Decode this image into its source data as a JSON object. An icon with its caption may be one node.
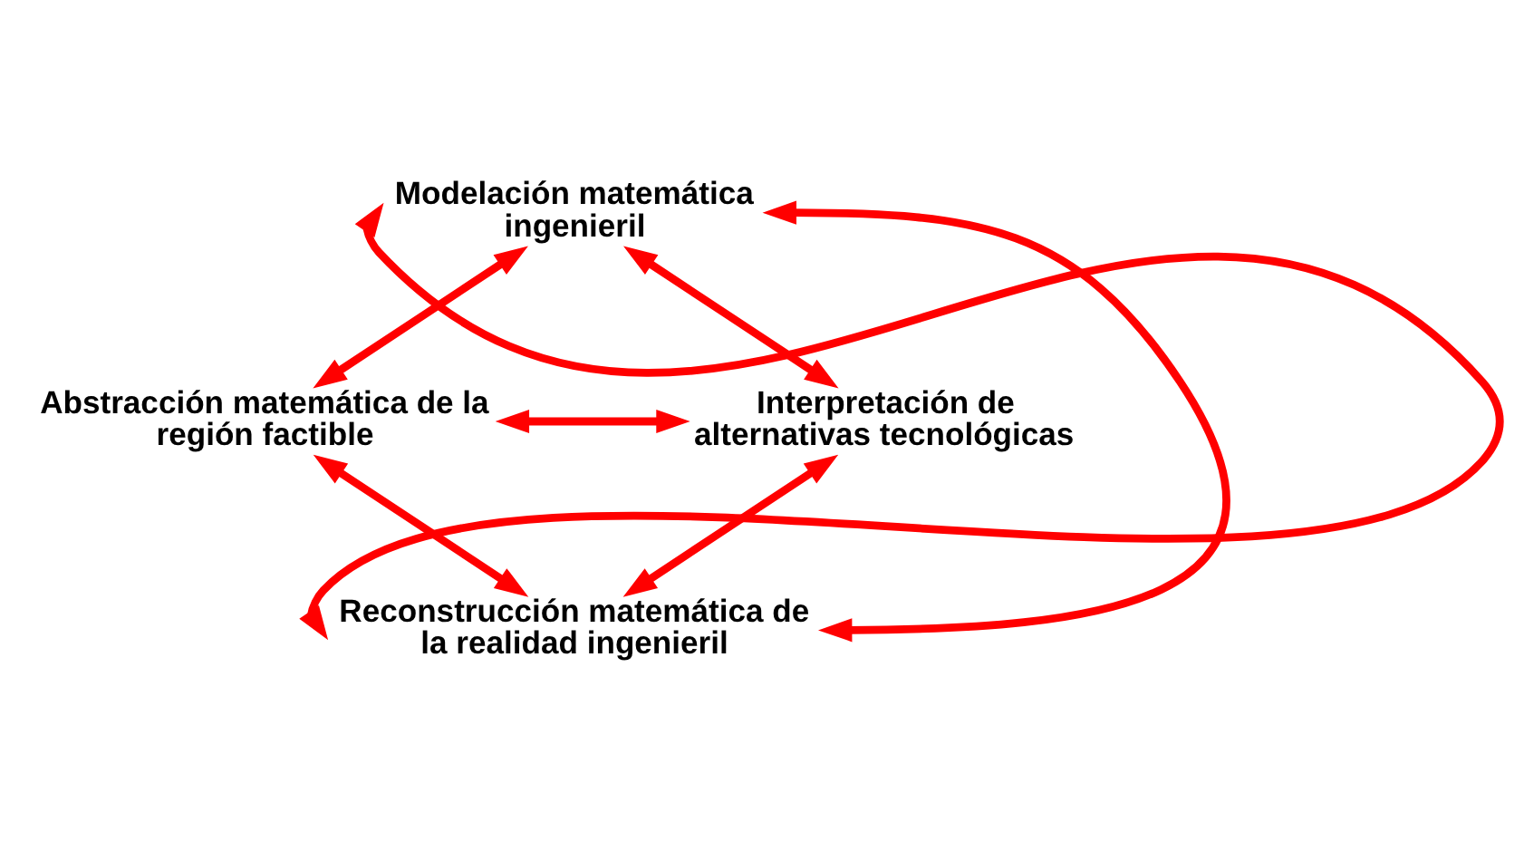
{
  "diagram": {
    "nodes": [
      {
        "text": [
          "Modelación matemática ingenieril"
        ]
      },
      {
        "text": [
          "Abstracción matemática de la región factible"
        ]
      },
      {
        "text": [
          "Interpretación de alternativas tecnológicas"
        ]
      },
      {
        "text": [
          "Reconstrucción matemática de la realidad ingenieril"
        ]
      }
    ],
    "edges": [
      {
        "from": 0,
        "to": 1,
        "arrow": "both"
      },
      {
        "from": 0,
        "to": 2,
        "arrow": "both"
      },
      {
        "from": 1,
        "to": 2,
        "arrow": "both"
      },
      {
        "from": 1,
        "to": 3,
        "arrow": "both"
      },
      {
        "from": 2,
        "to": 3,
        "arrow": "both"
      },
      {
        "from": 3,
        "to": 0,
        "arrow": "both"
      },
      {
        "from": 0,
        "to": 3,
        "arrow": "both"
      }
    ]
  }
}
